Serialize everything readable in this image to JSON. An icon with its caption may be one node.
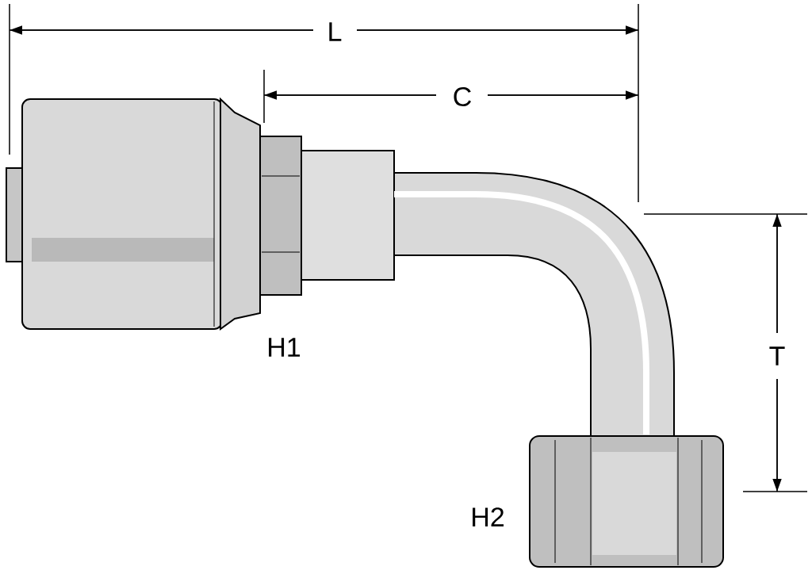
{
  "diagram": {
    "labels": [
      "L",
      "C",
      "H1",
      "T",
      "H2"
    ]
  }
}
